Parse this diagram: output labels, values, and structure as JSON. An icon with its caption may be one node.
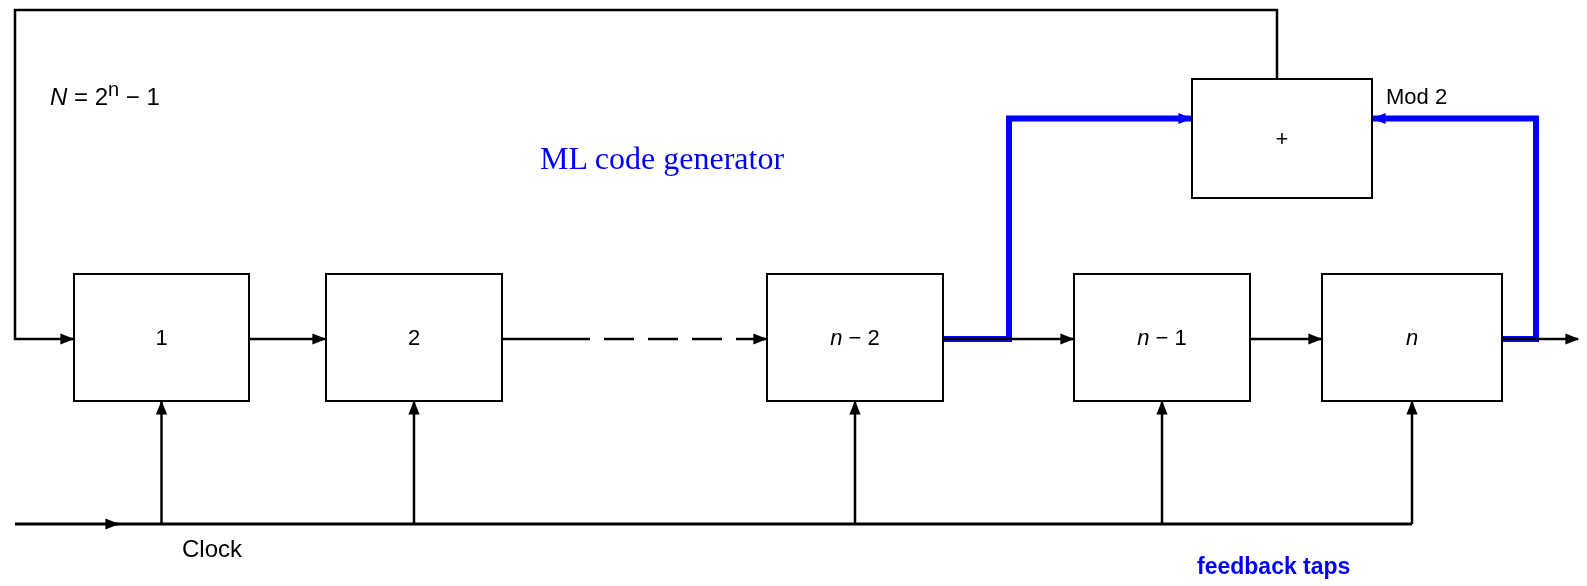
{
  "diagram": {
    "nodes": [
      {
        "text": [
          "1"
        ]
      },
      {
        "text": [
          "2"
        ]
      },
      {
        "text": [
          "*n* − 2"
        ]
      },
      {
        "text": [
          "*n* − 1"
        ]
      },
      {
        "text": [
          "n"
        ]
      },
      {
        "text": [
          "+"
        ],
        "beside": [
          "Mod 2"
        ]
      }
    ],
    "edges": [
      {
        "from": 0,
        "to": 1,
        "arrow": "to"
      },
      {
        "from": 1,
        "to": 2,
        "arrow": "to",
        "style": "dashed"
      },
      {
        "from": 2,
        "to": 3,
        "arrow": "to"
      },
      {
        "from": 3,
        "to": 4,
        "arrow": "to"
      },
      {
        "from": 4,
        "to": null,
        "arrow": "to"
      },
      {
        "from": 2,
        "to": 5,
        "arrow": "to",
        "style": "thick",
        "color": "#0000ff"
      },
      {
        "from": 4,
        "to": 5,
        "arrow": "to",
        "style": "thick",
        "color": "#0000ff"
      },
      {
        "from": 5,
        "to": 0,
        "arrow": "to"
      },
      {
        "from": null,
        "to": 0,
        "arrow": "to"
      },
      {
        "from": null,
        "to": 1,
        "arrow": "to"
      },
      {
        "from": null,
        "to": 2,
        "arrow": "to"
      },
      {
        "from": null,
        "to": 3,
        "arrow": "to"
      },
      {
        "from": null,
        "to": 4,
        "arrow": "to"
      }
    ],
    "labels": [
      "*N* = 2$^{n}$ − 1",
      "ML code generator",
      "Clock",
      "feedback taps"
    ]
  }
}
